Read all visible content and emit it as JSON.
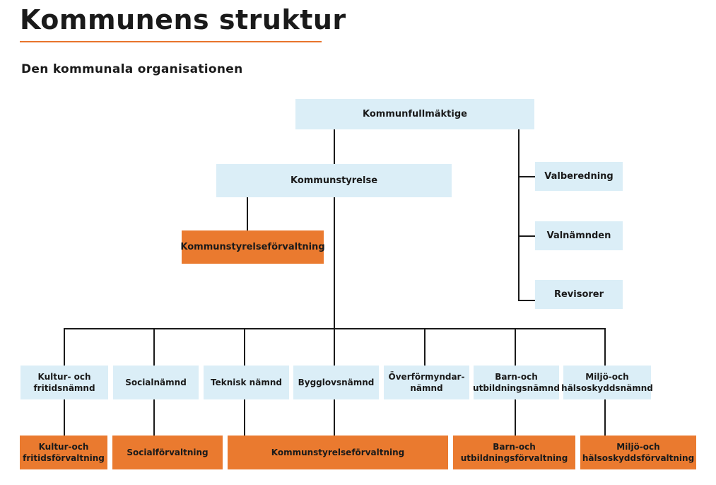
{
  "header": {
    "title": "Kommunens struktur",
    "subtitle": "Den kommunala organisationen"
  },
  "colors": {
    "accent": "#e8742c",
    "box_blue": "#dbeef7",
    "box_orange": "#ea7a2f"
  },
  "top": {
    "council": "Kommunfullmäktige",
    "board": "Kommunstyrelse",
    "board_admin": "Kommunstyrelseförvaltning"
  },
  "side": [
    "Valberedning",
    "Valnämnden",
    "Revisorer"
  ],
  "committees": [
    "Kultur- och\nfritidsnämnd",
    "Socialnämnd",
    "Teknisk nämnd",
    "Bygglovsnämnd",
    "Överförmyndar-\nnämnd",
    "Barn-och\nutbildningsnämnd",
    "Miljö-och\nhälsoskyddsnämnd"
  ],
  "administrations": [
    "Kultur-och\nfritidsförvaltning",
    "Socialförvaltning",
    "Kommunstyrelseförvaltning",
    "Barn-och\nutbildningsförvaltning",
    "Miljö-och\nhälsoskyddsförvaltning"
  ]
}
